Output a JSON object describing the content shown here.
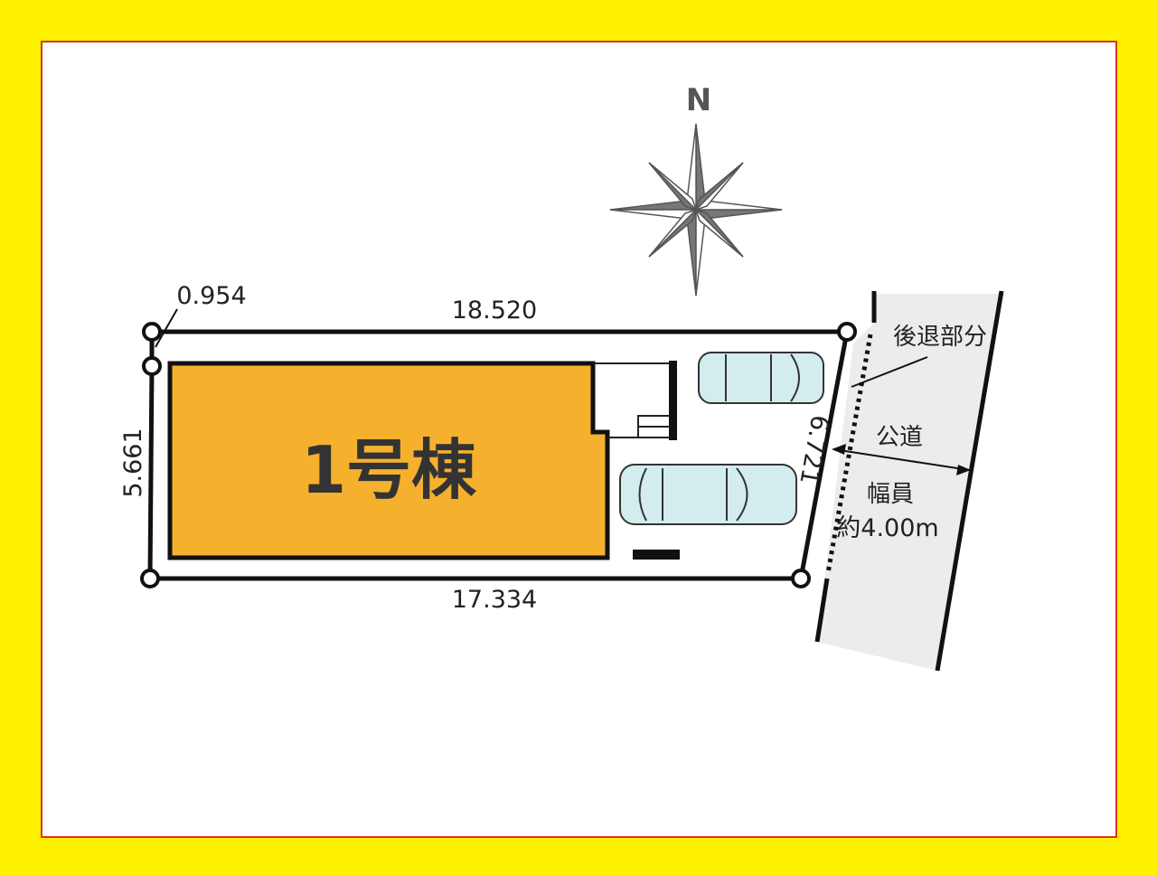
{
  "compass": {
    "label": "N"
  },
  "building": {
    "label": "1号棟",
    "fill": "#F5B02E"
  },
  "dimensions": {
    "top": "18.520",
    "corner": "0.954",
    "left": "5.661",
    "bottom": "17.334",
    "right": "6.721"
  },
  "road": {
    "setback_label": "後退部分",
    "road_label": "公道",
    "width_label": "幅員",
    "width_value": "約4.00m",
    "fill": "#ECECEF"
  },
  "colors": {
    "background": "#FFF200",
    "frame": "#E0302A",
    "car": "#D3ECEE"
  }
}
